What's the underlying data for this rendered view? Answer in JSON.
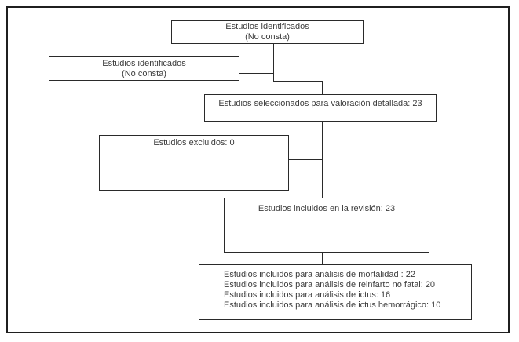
{
  "diagram": {
    "type": "flowchart",
    "language": "es",
    "boxes": {
      "identified_top": {
        "line1": "Estudios identificados",
        "line2": "(No consta)"
      },
      "identified_left": {
        "line1": "Estudios identificados",
        "line2": "(No consta)"
      },
      "selected": {
        "label": "Estudios seleccionados para valoración detallada: 23"
      },
      "excluded": {
        "label": "Estudios excluidos: 0"
      },
      "included_review": {
        "label": "Estudios incluidos en la revisión: 23"
      },
      "analysis": {
        "lines": [
          "Estudios incluidos para análisis de mortalidad : 22",
          "Estudios incluidos para análisis de reinfarto no fatal: 20",
          "Estudios incluidos para análisis de ictus: 16",
          "Estudios incluidos para análisis de ictus hemorrágico: 10"
        ]
      }
    },
    "values": {
      "identified": "No consta",
      "selected": 23,
      "excluded": 0,
      "included_review": 23,
      "mortality": 22,
      "nonfatal_reinfarction": 20,
      "ictus": 16,
      "hemorrhagic_ictus": 10
    },
    "colors": {
      "line": "#2a2a2a",
      "text": "#3c3c3c",
      "background": "#ffffff"
    }
  }
}
